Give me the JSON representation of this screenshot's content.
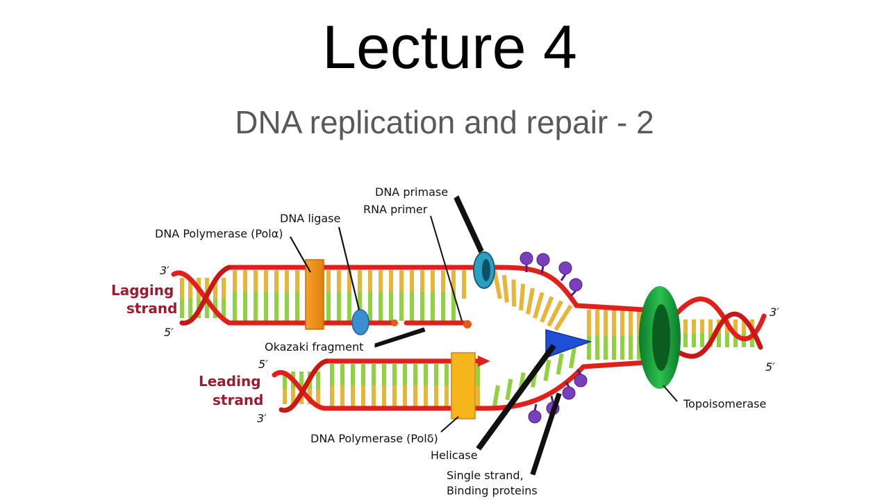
{
  "slide": {
    "title": "Lecture 4",
    "subtitle": "DNA replication and repair - 2"
  },
  "diagram": {
    "labels": {
      "dna_primase": "DNA primase",
      "rna_primer": "RNA primer",
      "dna_ligase": "DNA ligase",
      "pol_alpha": "DNA Polymerase (Polα)",
      "okazaki": "Okazaki fragment",
      "pol_delta": "DNA Polymerase (Polδ)",
      "helicase": "Helicase",
      "ssb_line1": "Single strand,",
      "ssb_line2": "Binding proteins",
      "topoisomerase": "Topoisomerase"
    },
    "strands": {
      "lagging_line1": "Lagging",
      "lagging_line2": "strand",
      "leading_line1": "Leading",
      "leading_line2": "strand"
    },
    "ends": {
      "lagging_top": "3′",
      "lagging_bottom": "5′",
      "right_top": "3′",
      "right_bottom": "5′",
      "leading_top": "5′",
      "leading_bottom": "3′"
    },
    "colors": {
      "backbone": "#e0201b",
      "base_yellow": "#e8b43a",
      "base_green": "#8fd13f",
      "polymerase": "#f39a1e",
      "polymerase_delta": "#f7b51c",
      "primase": "#2a9fc0",
      "ligase": "#3a8fd0",
      "helicase": "#1f4fd6",
      "topoisomerase": "#1aa13a",
      "ssb": "#7a3fbf",
      "strand_label": "#9b1b30"
    }
  }
}
